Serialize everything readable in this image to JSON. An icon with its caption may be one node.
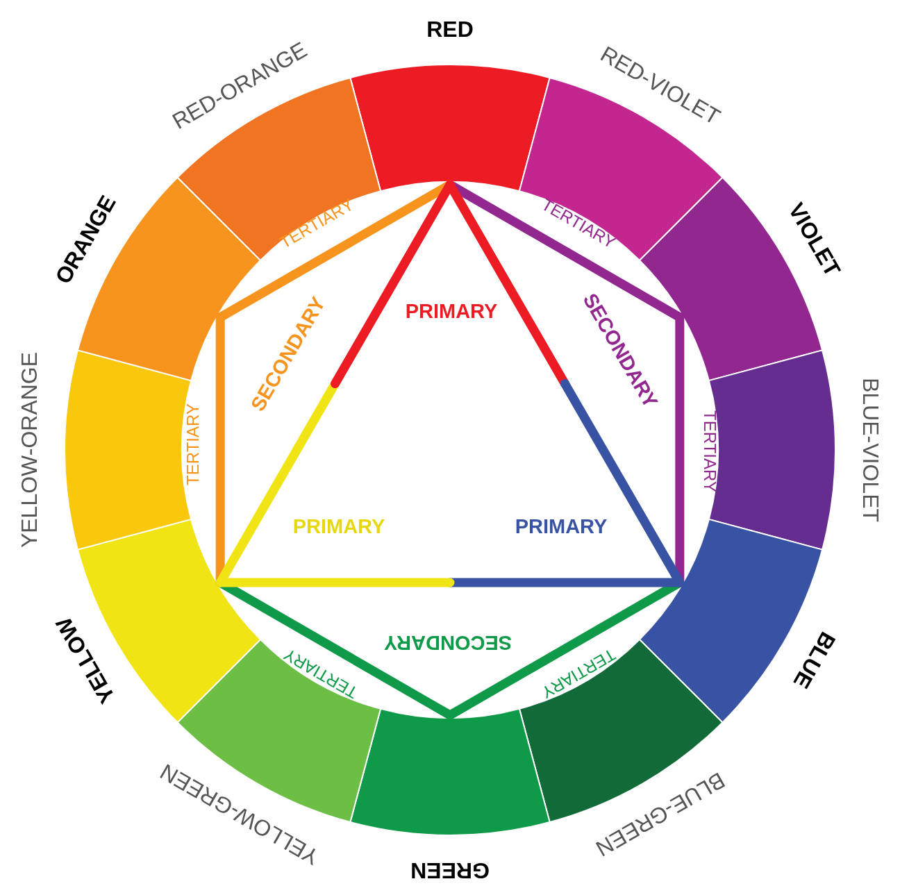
{
  "diagram": {
    "legend": [
      {
        "text": "RED",
        "color": "#ed1c24"
      },
      {
        "text": "RED-VIOLET",
        "color": "#c4268f"
      },
      {
        "text": "VIOLET",
        "color": "#92278f"
      },
      {
        "text": "BLUE-VIOLET",
        "color": "#662d91"
      },
      {
        "text": "BLUE",
        "color": "#3953a4"
      },
      {
        "text": "BLUE-GREEN",
        "color": "#116a37"
      },
      {
        "text": "GREEN",
        "color": "#0e9a48"
      },
      {
        "text": "YELLOW-GREEN",
        "color": "#6dbe45"
      },
      {
        "text": "YELLOW",
        "color": "#f1e415"
      },
      {
        "text": "YELLOW-ORANGE",
        "color": "#f9c80d"
      },
      {
        "text": "ORANGE",
        "color": "#f7941d"
      },
      {
        "text": "RED-ORANGE",
        "color": "#f07422"
      }
    ],
    "labels": [
      "TERTIARY",
      "TERTIARY",
      "PRIMARY",
      "SECONDARY",
      "SECONDARY",
      "TERTIARY",
      "TERTIARY",
      "PRIMARY",
      "PRIMARY",
      "SECONDARY",
      "TERTIARY",
      "TERTIARY"
    ]
  }
}
